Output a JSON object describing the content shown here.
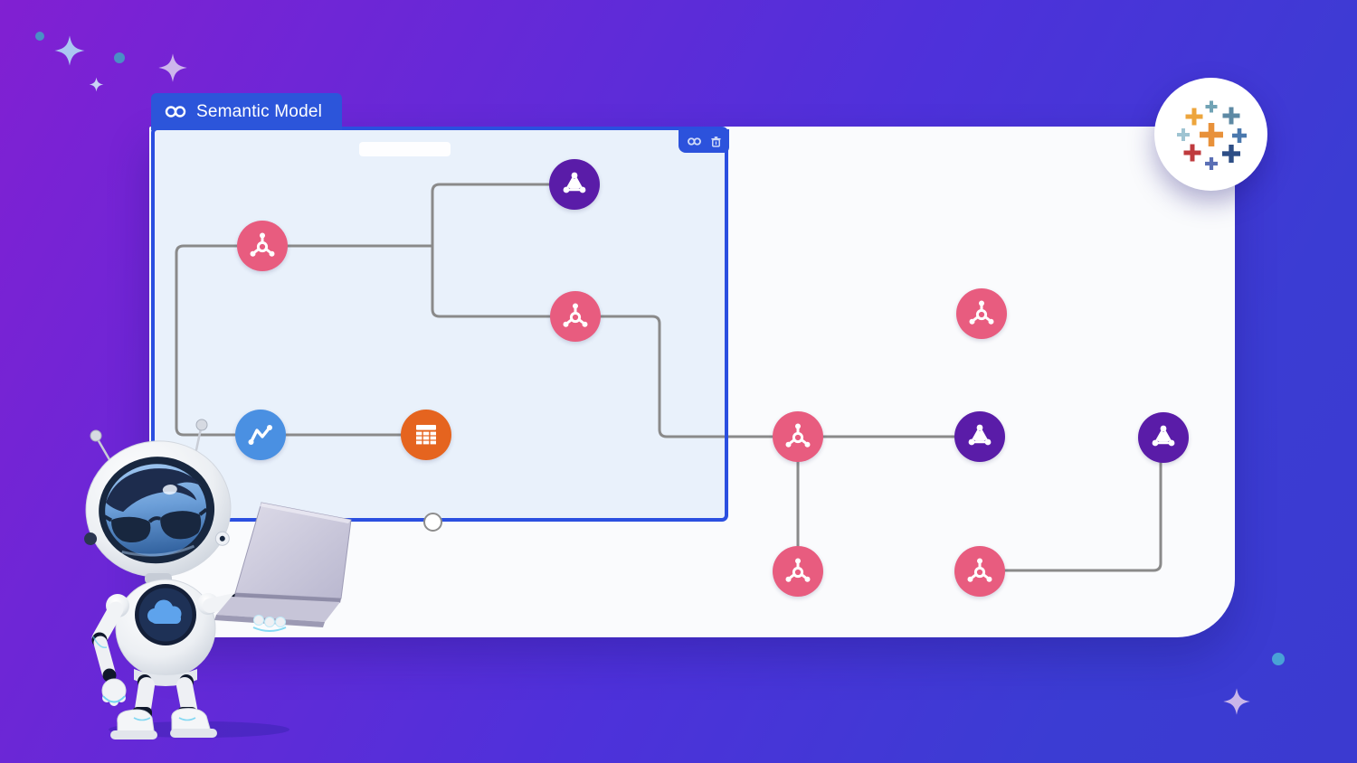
{
  "selection": {
    "label": "Semantic Model",
    "tab_icon": "link-icon",
    "toolbar_icons": [
      "link-icon",
      "trash-icon"
    ],
    "accent_color": "#2b4fe0",
    "fill_color": "#e9f1fb"
  },
  "canvas": {
    "background_color": "#fafbfd",
    "connector_color": "#8a8a8a"
  },
  "diagram": {
    "node_colors": {
      "pink": "#e85c7f",
      "purple": "#5a1ca8",
      "blue": "#4a90e2",
      "orange": "#e5641f"
    },
    "nodes": [
      {
        "kind": "datasource",
        "icon": "molecule-icon",
        "color": "pink"
      },
      {
        "kind": "semantic-object",
        "icon": "triangle-loop-icon",
        "color": "purple"
      },
      {
        "kind": "datasource",
        "icon": "molecule-icon",
        "color": "pink"
      },
      {
        "kind": "metric",
        "icon": "line-chart-icon",
        "color": "blue"
      },
      {
        "kind": "table",
        "icon": "table-icon",
        "color": "orange"
      },
      {
        "kind": "datasource",
        "icon": "molecule-icon",
        "color": "pink"
      },
      {
        "kind": "semantic-object",
        "icon": "triangle-loop-icon",
        "color": "purple"
      },
      {
        "kind": "datasource",
        "icon": "molecule-icon",
        "color": "pink"
      },
      {
        "kind": "datasource",
        "icon": "molecule-icon",
        "color": "pink"
      },
      {
        "kind": "datasource",
        "icon": "molecule-icon",
        "color": "pink"
      },
      {
        "kind": "semantic-object",
        "icon": "triangle-loop-icon",
        "color": "purple"
      }
    ]
  },
  "branding": {
    "logo": "tableau-logo",
    "plus_colors": [
      "#71a3b5",
      "#eda53c",
      "#5d89a4",
      "#9fc4d2",
      "#e8913a",
      "#4a78ad",
      "#bf3a3d",
      "#2d4e86",
      "#5a6fb5"
    ]
  },
  "mascot": {
    "name": "robot-mascot",
    "chest_icon": "cloud-icon",
    "accessory": "laptop"
  },
  "background": {
    "gradient": [
      "#8120d2",
      "#3b3ad0"
    ],
    "sparkle_colors": [
      "#abc6f2",
      "#c9d2f5",
      "#cdb5ec",
      "#c9b6ea"
    ],
    "dot_color": "#4a9ad2"
  }
}
